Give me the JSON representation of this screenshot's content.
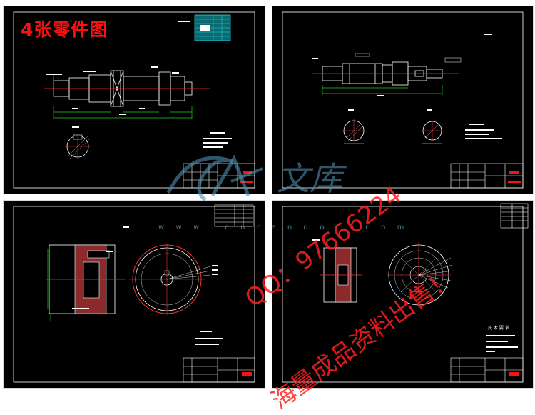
{
  "page_title": "4张零件图",
  "watermark": {
    "logo_text": "文库",
    "url": "w w w . c n r e n d o c . c o m"
  },
  "advert": {
    "qq_line": "QQ：97666224",
    "sale_line": "海量成品资料出售！"
  },
  "colors": {
    "accent_red": "#ff1010",
    "drawing_white": "#ffffff",
    "drawing_green": "#22cc22",
    "drawing_red": "#ff3030",
    "drawing_magenta": "#ff00ff",
    "table_cyan": "#2ad6e0",
    "watermark_blue": "#4f8fb0"
  },
  "sheets": [
    {
      "id": "shaft-drawing",
      "title_block_stamp": "轴"
    },
    {
      "id": "gear-shaft-drawing",
      "title_block_stamp": "齿轮轴"
    },
    {
      "id": "gear-drawing",
      "title_block_stamp": "齿轮"
    },
    {
      "id": "large-gear-drawing",
      "title_block_stamp": "大齿轮"
    }
  ],
  "tech_requirements_heading": "技 术 要 求"
}
